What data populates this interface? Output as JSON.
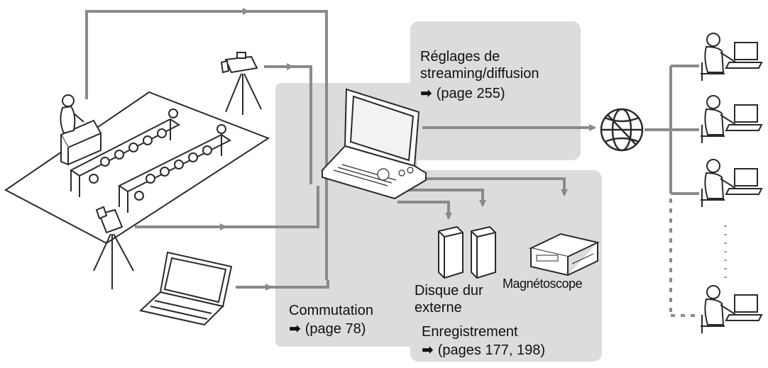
{
  "labels": {
    "streaming_title_line1": "Réglages de",
    "streaming_title_line2": "streaming/diffusion",
    "streaming_ref": "(page 255)",
    "switching_title": "Commutation",
    "switching_ref": "(page 78)",
    "disk_line1": "Disque dur",
    "disk_line2": "externe",
    "vcr": "Magnétoscope",
    "recording_title": "Enregistrement",
    "recording_ref": "(pages 177, 198)"
  },
  "icons": {
    "ref_arrow": "➡"
  },
  "colors": {
    "region_fill": "#dcdcdc",
    "connector": "#8a8a8a",
    "line_art": "#2a2a2a"
  }
}
